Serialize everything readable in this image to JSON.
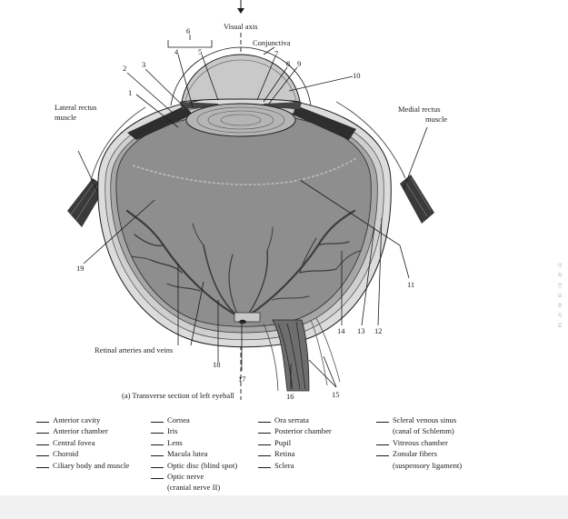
{
  "figure": {
    "caption": "(a) Transverse section of left eyeball",
    "top_labels": {
      "visual_axis": "Visual axis",
      "conjunctiva": "Conjunctiva",
      "lateral_rectus": [
        "Lateral rectus",
        "muscle"
      ],
      "medial_rectus": [
        "Medial rectus",
        "muscle"
      ],
      "retinal_vessels": "Retinal arteries and veins"
    },
    "numbers": [
      "1",
      "2",
      "3",
      "4",
      "5",
      "6",
      "7",
      "8",
      "9",
      "10",
      "11",
      "12",
      "13",
      "14",
      "15",
      "16",
      "17",
      "18",
      "19"
    ],
    "colors": {
      "vitreous": "#8e8e8e",
      "lens": "#b5b5b5",
      "cornea": "#c9c9c9",
      "sclera": "#dcdcdc",
      "vessels": "#3d3d3d",
      "muscle": "#3a3a3a",
      "line": "#1a1a1a"
    }
  },
  "legend": {
    "col1": [
      "Anterior cavity",
      "Anterior chamber",
      "Central fovea",
      "Choroid",
      "Ciliary body and muscle"
    ],
    "col2": [
      "Cornea",
      "Iris",
      "Lens",
      "Macula lutea",
      "Optic disc (blind spot)",
      [
        "Optic nerve",
        "(cranial nerve II)"
      ]
    ],
    "col3": [
      "Ora serrata",
      "Posterior chamber",
      "Pupil",
      "Retina",
      "Sclera"
    ],
    "col4": [
      [
        "Scleral venous sinus",
        "(canal of Schlemm)"
      ],
      "Vitreous chamber",
      [
        "Zonular fibers",
        "(suspensory ligament)"
      ]
    ]
  },
  "side_marks": [
    "의",
    "학",
    "전",
    "",
    "보",
    "호",
    "",
    "자",
    "료"
  ]
}
